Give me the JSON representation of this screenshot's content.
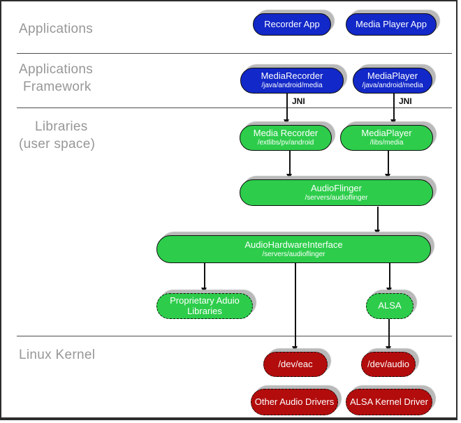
{
  "colors": {
    "blue": "#1228c8",
    "green": "#2dcd4b",
    "red": "#b30c0c",
    "shadow": "#b9b9b9",
    "label_gray": "#979797",
    "divider": "#4d4d4d",
    "outline": "#0d0d0d",
    "arrow": "#111111"
  },
  "layers": {
    "applications": {
      "line1": "Applications"
    },
    "framework": {
      "line1": "Applications",
      "line2": "Framework"
    },
    "libraries": {
      "line1": "Libraries",
      "line2": "(user space)"
    },
    "kernel": {
      "line1": "Linux Kernel"
    }
  },
  "jni": {
    "left": "JNI",
    "right": "JNI"
  },
  "nodes": {
    "recorder_app": {
      "title": "Recorder App"
    },
    "media_player_app": {
      "title": "Media Player App"
    },
    "media_recorder_fw": {
      "title": "MediaRecorder",
      "path": "/java/android/media"
    },
    "media_player_fw": {
      "title": "MediaPlayer",
      "path": "/java/android/media"
    },
    "media_recorder_lib": {
      "title": "Media Recorder",
      "path": "/extlibs/pv/android"
    },
    "media_player_lib": {
      "title": "MediaPlayer",
      "path": "/libs/media"
    },
    "audio_flinger": {
      "title": "AudioFlinger",
      "path": "/servers/audioflinger"
    },
    "audio_hardware_interface": {
      "title": "AudioHardwareInterface",
      "path": "/servers/audioflinger"
    },
    "proprietary_audio_libraries": {
      "title": "Proprietary Aduio",
      "line2": "Libraries"
    },
    "alsa": {
      "title": "ALSA"
    },
    "dev_eac": {
      "title": "/dev/eac"
    },
    "dev_audio": {
      "title": "/dev/audio"
    },
    "other_audio_drivers": {
      "title": "Other Audio Drivers"
    },
    "alsa_kernel_driver": {
      "title": "ALSA Kernel Driver"
    }
  }
}
